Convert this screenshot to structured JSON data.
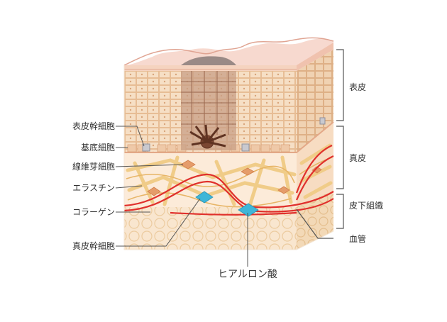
{
  "colors": {
    "epidermis": "#f3d9bd",
    "epidermis_cell_border": "#e9c29b",
    "stratum_corneum": "#f1c6b2",
    "melanin": "#8a5a44",
    "dermis": "#fbe9d6",
    "collagen": "#f2cf8c",
    "hypodermis": "#f6e1c4",
    "vessel": "#e0302c",
    "hyaluronic": "#3fb6d8",
    "bracket": "#555555"
  },
  "labels": {
    "left": [
      "表皮幹細胞",
      "基底細胞",
      "線維芽細胞",
      "エラスチン",
      "コラーゲン",
      "真皮幹細胞"
    ],
    "right": {
      "epidermis": "表皮",
      "dermis": "真皮",
      "hypodermis": "皮下組織",
      "vessel": "血管"
    },
    "bottom": "ヒアルロン酸"
  }
}
